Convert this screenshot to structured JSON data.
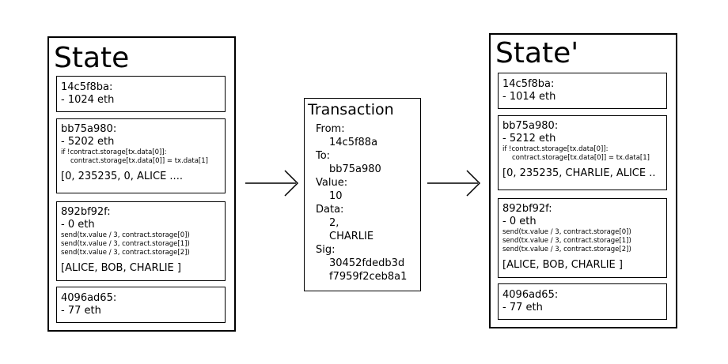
{
  "left": {
    "title": "State",
    "accounts": [
      {
        "addr": "14c5f8ba:",
        "bal": "- 1024 eth"
      },
      {
        "addr": "bb75a980:",
        "bal": "- 5202 eth",
        "code": [
          "if !contract.storage[tx.data[0]]:",
          "contract.storage[tx.data[0]] = tx.data[1]"
        ],
        "storage": "[0, 235235, 0, ALICE ...."
      },
      {
        "addr": "892bf92f:",
        "bal": "- 0 eth",
        "code": [
          "send(tx.value / 3, contract.storage[0])",
          "send(tx.value / 3, contract.storage[1])",
          "send(tx.value / 3, contract.storage[2])"
        ],
        "storage": "[ALICE, BOB, CHARLIE ]"
      },
      {
        "addr": "4096ad65:",
        "bal": "- 77 eth"
      }
    ]
  },
  "transaction": {
    "title": "Transaction",
    "from_label": "From:",
    "from": "14c5f88a",
    "to_label": "To:",
    "to": "bb75a980",
    "value_label": "Value:",
    "value": "10",
    "data_label": "Data:",
    "data": [
      "2,",
      "CHARLIE"
    ],
    "sig_label": "Sig:",
    "sig": [
      "30452fdedb3d",
      "f7959f2ceb8a1"
    ]
  },
  "right": {
    "title": "State'",
    "accounts": [
      {
        "addr": "14c5f8ba:",
        "bal": "- 1014 eth"
      },
      {
        "addr": "bb75a980:",
        "bal": "- 5212 eth",
        "code": [
          "if !contract.storage[tx.data[0]]:",
          "contract.storage[tx.data[0]] = tx.data[1]"
        ],
        "storage": "[0, 235235, CHARLIE, ALICE .."
      },
      {
        "addr": "892bf92f:",
        "bal": "- 0 eth",
        "code": [
          "send(tx.value / 3, contract.storage[0])",
          "send(tx.value / 3, contract.storage[1])",
          "send(tx.value / 3, contract.storage[2])"
        ],
        "storage": "[ALICE, BOB, CHARLIE ]"
      },
      {
        "addr": "4096ad65:",
        "bal": "- 77 eth"
      }
    ]
  }
}
